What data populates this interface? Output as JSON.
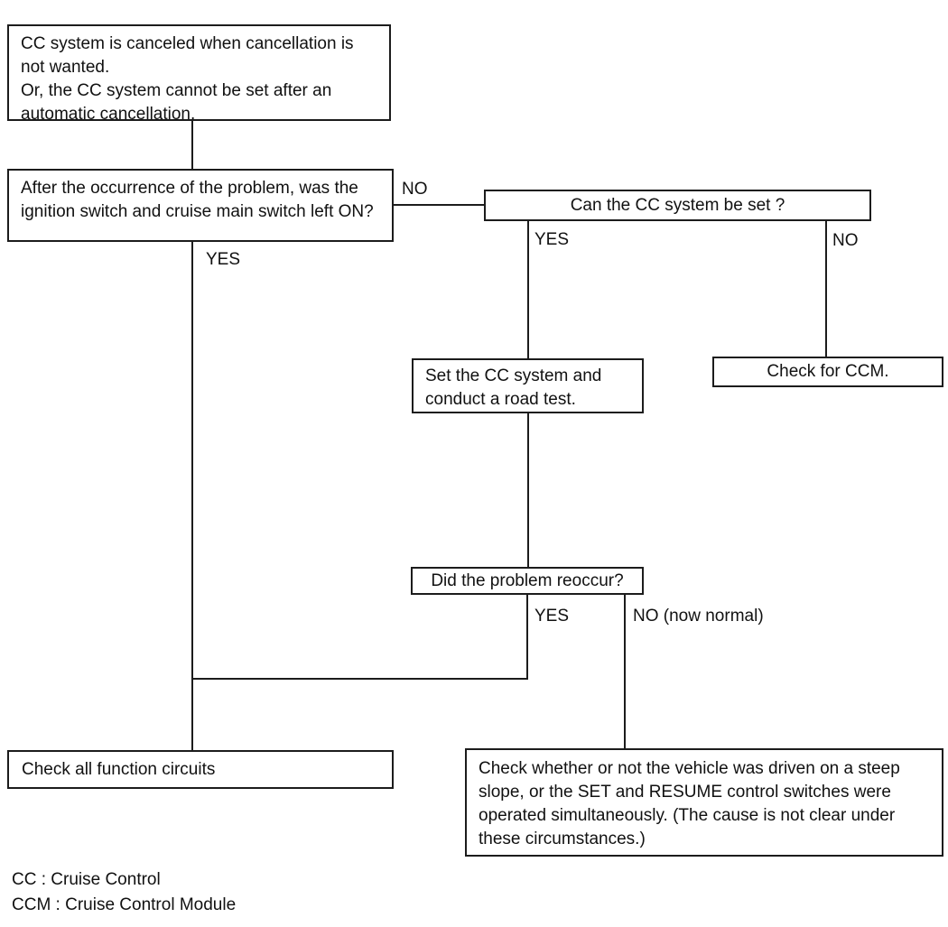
{
  "diagram": {
    "title": "Cruise Control system troubleshooting flowchart",
    "boxes": {
      "trigger": {
        "text": "CC system is canceled when cancellation is not wanted.\nOr, the CC system cannot be set after an automatic cancellation."
      },
      "q_ignition": {
        "text": "After the occurrence of the problem, was the ignition switch and cruise main switch left ON?"
      },
      "q_can_set": {
        "text": "Can the CC system be set ?"
      },
      "road_test": {
        "text": "Set the CC system and conduct a road test."
      },
      "check_ccm": {
        "text": "Check for CCM."
      },
      "q_reoccur": {
        "text": "Did the problem reoccur?"
      },
      "check_circuits": {
        "text": "Check all function circuits"
      },
      "check_slope": {
        "text": "Check whether or not the vehicle was driven on a steep slope, or the SET and RESUME control switches were operated simultaneously. (The cause is not clear under these circumstances.)"
      }
    },
    "labels": {
      "q_ignition_no": "NO",
      "q_ignition_yes": "YES",
      "q_can_set_yes": "YES",
      "q_can_set_no": "NO",
      "q_reoccur_yes": "YES",
      "q_reoccur_no": "NO (now normal)"
    },
    "legend": {
      "cc": "CC : Cruise Control",
      "ccm": "CCM : Cruise Control Module"
    },
    "colors": {
      "line": "#1c1c1c",
      "background": "#ffffff",
      "text": "#111111"
    }
  }
}
